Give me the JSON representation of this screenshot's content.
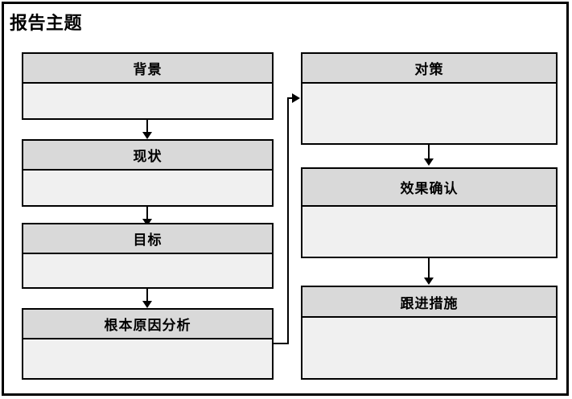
{
  "document": {
    "title": "报告主题",
    "background_color": "#ffffff",
    "border_color": "#000000",
    "header_fill": "#d9d9d9",
    "body_fill": "#f0f0f0"
  },
  "left_column": {
    "name": "problem-analysis-column",
    "steps": [
      {
        "id": "background",
        "label": "背景",
        "content": ""
      },
      {
        "id": "current-status",
        "label": "现状",
        "content": ""
      },
      {
        "id": "target",
        "label": "目标",
        "content": ""
      },
      {
        "id": "root-cause-analysis",
        "label": "根本原因分析",
        "content": ""
      }
    ]
  },
  "right_column": {
    "name": "countermeasure-column",
    "steps": [
      {
        "id": "countermeasures",
        "label": "对策",
        "content": ""
      },
      {
        "id": "effect-confirmation",
        "label": "效果确认",
        "content": ""
      },
      {
        "id": "follow-up-actions",
        "label": "跟进措施",
        "content": ""
      }
    ]
  },
  "connectors": [
    {
      "id": "background-to-current-status",
      "type": "arrow-down"
    },
    {
      "id": "current-status-to-target",
      "type": "arrow-down"
    },
    {
      "id": "target-to-root-cause",
      "type": "arrow-down"
    },
    {
      "id": "root-cause-to-countermeasures",
      "type": "elbow-arrow-right"
    },
    {
      "id": "countermeasures-to-effect",
      "type": "arrow-down"
    },
    {
      "id": "effect-to-follow-up",
      "type": "arrow-down"
    }
  ]
}
